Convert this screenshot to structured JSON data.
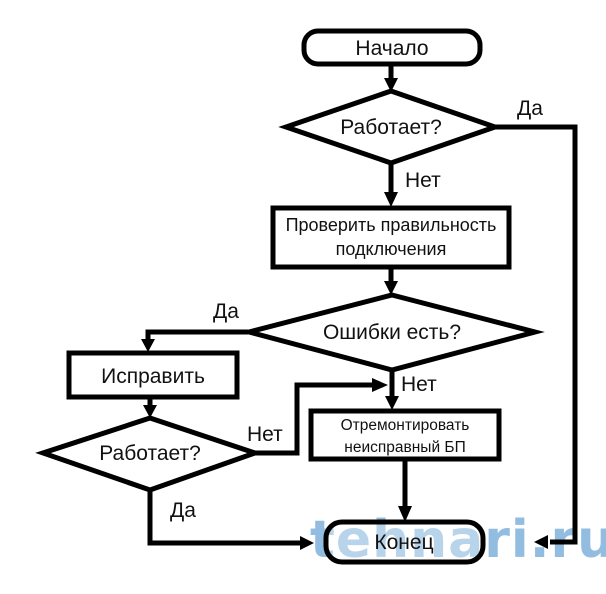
{
  "diagram": {
    "type": "flowchart",
    "language": "ru",
    "nodes": {
      "start": {
        "label": "Начало",
        "shape": "terminator"
      },
      "works1": {
        "label": "Работает?",
        "shape": "decision"
      },
      "check": {
        "line1": "Проверить правильность",
        "line2": "подключения",
        "shape": "process"
      },
      "errors": {
        "label": "Ошибки есть?",
        "shape": "decision"
      },
      "fix": {
        "label": "Исправить",
        "shape": "process"
      },
      "works2": {
        "label": "Работает?",
        "shape": "decision"
      },
      "repair": {
        "line1": "Отремонтировать",
        "line2": "неисправный БП",
        "shape": "process"
      },
      "end": {
        "label": "Конец",
        "shape": "terminator"
      }
    },
    "edges": [
      {
        "from": "start",
        "to": "works1",
        "label": ""
      },
      {
        "from": "works1",
        "to": "end",
        "label": "Да"
      },
      {
        "from": "works1",
        "to": "check",
        "label": "Нет"
      },
      {
        "from": "check",
        "to": "errors",
        "label": ""
      },
      {
        "from": "errors",
        "to": "fix",
        "label": "Да"
      },
      {
        "from": "errors",
        "to": "repair",
        "label": "Нет"
      },
      {
        "from": "fix",
        "to": "works2",
        "label": ""
      },
      {
        "from": "works2",
        "to": "repair",
        "label": "Нет"
      },
      {
        "from": "works2",
        "to": "end",
        "label": "Да"
      },
      {
        "from": "repair",
        "to": "end",
        "label": ""
      }
    ],
    "labels": {
      "yes": "Да",
      "no": "Нет"
    },
    "watermark": "tehnari.ru",
    "colors": {
      "stroke": "#000000",
      "background": "#ffffff",
      "watermark": "#6fa8d6"
    }
  }
}
